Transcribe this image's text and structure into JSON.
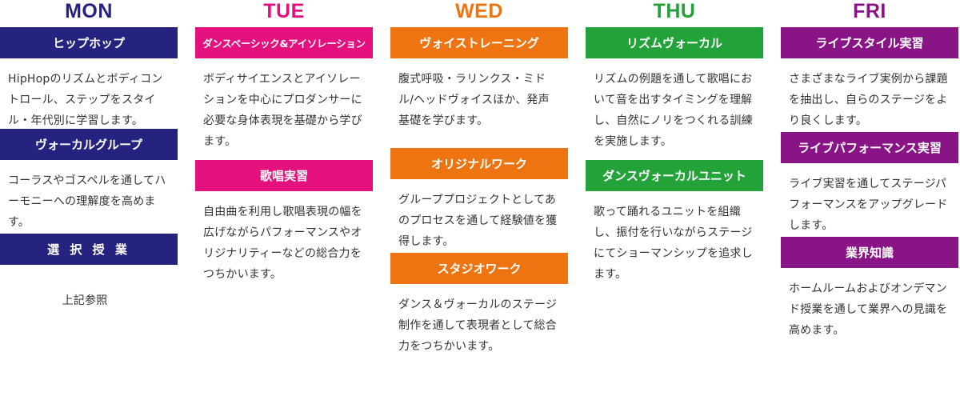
{
  "colors": {
    "mon": "#25237f",
    "tue": "#e3107e",
    "wed": "#ed7410",
    "thu": "#23a23a",
    "fri": "#891486"
  },
  "mon": {
    "day": "MON",
    "blocks": [
      {
        "title": "ヒップホップ",
        "desc": "HipHopのリズムとボディコントロール、ステップをスタイル・年代別に学習します。"
      },
      {
        "title": "ヴォーカルグループ",
        "desc": "コーラスやゴスペルを通してハーモニーへの理解度を高めます。"
      },
      {
        "title": "選 択 授 業",
        "desc": "上記参照"
      }
    ]
  },
  "tue": {
    "day": "TUE",
    "blocks": [
      {
        "title": "ダンスベーシック&アイソレーション",
        "desc": "ボディサイエンスとアイソレーションを中心にプロダンサーに必要な身体表現を基礎から学びます。"
      },
      {
        "title": "歌唱実習",
        "desc": "自由曲を利用し歌唱表現の幅を広げながらパフォーマンスやオリジナリティーなどの総合力をつちかいます。"
      }
    ]
  },
  "wed": {
    "day": "WED",
    "blocks": [
      {
        "title": "ヴォイストレーニング",
        "desc": "腹式呼吸・ラリンクス・ミドル/ヘッドヴォイスほか、発声基礎を学びます。"
      },
      {
        "title": "オリジナルワーク",
        "desc": "グループプロジェクトとしてあのプロセスを通して経験値を獲得します。"
      },
      {
        "title": "スタジオワーク",
        "desc": "ダンス＆ヴォーカルのステージ制作を通して表現者として総合力をつちかいます。"
      }
    ]
  },
  "thu": {
    "day": "THU",
    "blocks": [
      {
        "title": "リズムヴォーカル",
        "desc": "リズムの例題を通して歌唱において音を出すタイミングを理解し、自然にノリをつくれる訓練を実施します。"
      },
      {
        "title": "ダンスヴォーカルユニット",
        "desc": "歌って踊れるユニットを組織し、振付を行いながらステージにてショーマンシップを追求します。"
      }
    ]
  },
  "fri": {
    "day": "FRI",
    "blocks": [
      {
        "title": "ライブスタイル実習",
        "desc": "さまざまなライブ実例から課題を抽出し、自らのステージをより良くします。"
      },
      {
        "title": "ライブパフォーマンス実習",
        "desc": "ライブ実習を通してステージパフォーマンスをアップグレードします。"
      },
      {
        "title": "業界知識",
        "desc": "ホームルームおよびオンデマンド授業を通して業界への見識を高めます。"
      }
    ]
  }
}
